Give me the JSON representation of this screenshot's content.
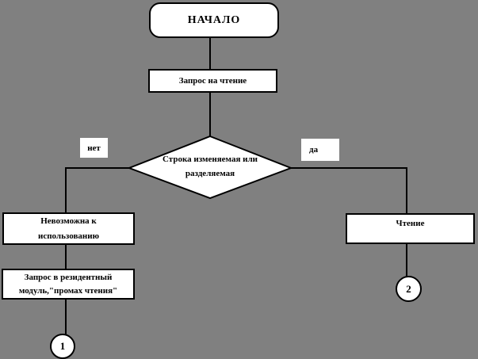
{
  "colors": {
    "background": "#808080",
    "node_fill": "#ffffff",
    "border": "#000000",
    "text": "#000000"
  },
  "flowchart": {
    "start": "НАЧАЛО",
    "read_request": "Запрос на чтение",
    "decision_line1": "Строка изменяемая или",
    "decision_line2": "разделяемая",
    "no_label": "нет",
    "yes_label": "да",
    "unusable_line1": "Невозможна к",
    "unusable_line2": "использованию",
    "resident_line1": "Запрос в резидентный",
    "resident_line2": "модуль,\"промах чтения\"",
    "reading": "Чтение",
    "connector_left": "1",
    "connector_right": "2"
  }
}
